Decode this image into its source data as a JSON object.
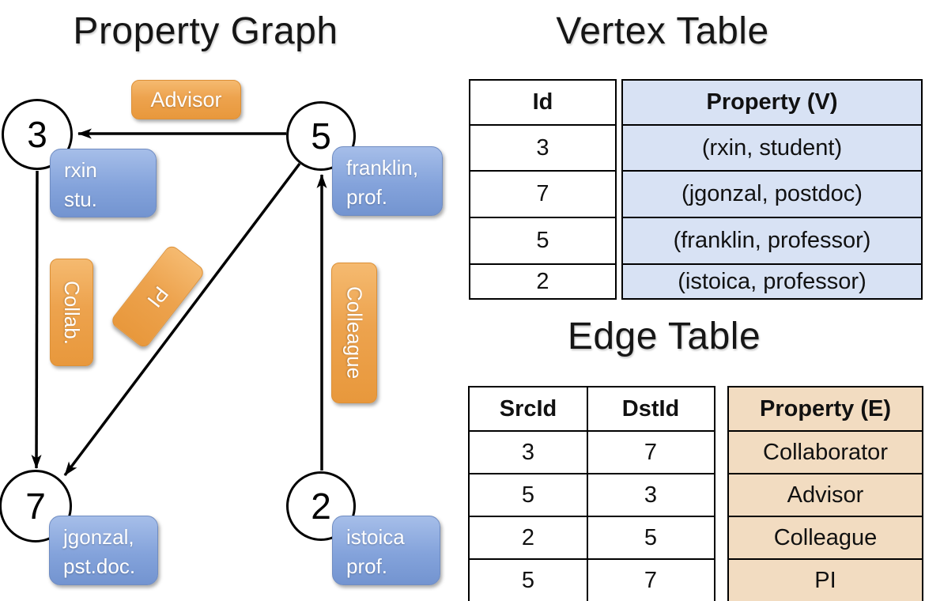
{
  "graph": {
    "title": "Property Graph",
    "nodes": [
      {
        "id": "3"
      },
      {
        "id": "5"
      },
      {
        "id": "7"
      },
      {
        "id": "2"
      }
    ],
    "vertex_labels": [
      {
        "line1": "rxin",
        "line2": "stu."
      },
      {
        "line1": "franklin,",
        "line2": "prof."
      },
      {
        "line1": "jgonzal,",
        "line2": "pst.doc."
      },
      {
        "line1": "istoica",
        "line2": "prof."
      }
    ],
    "edge_labels": {
      "advisor": "Advisor",
      "collab": "Collab.",
      "pi": "PI",
      "colleague": "Colleague"
    }
  },
  "vertex_table": {
    "title": "Vertex Table",
    "col_id": "Id",
    "col_prop": "Property (V)",
    "rows": [
      {
        "id": "3",
        "prop": "(rxin, student)"
      },
      {
        "id": "7",
        "prop": "(jgonzal, postdoc)"
      },
      {
        "id": "5",
        "prop": "(franklin, professor)"
      },
      {
        "id": "2",
        "prop": "(istoica, professor)"
      }
    ]
  },
  "edge_table": {
    "title": "Edge Table",
    "col_src": "SrcId",
    "col_dst": "DstId",
    "col_prop": "Property (E)",
    "rows": [
      {
        "src": "3",
        "dst": "7",
        "prop": "Collaborator"
      },
      {
        "src": "5",
        "dst": "3",
        "prop": "Advisor"
      },
      {
        "src": "2",
        "dst": "5",
        "prop": "Colleague"
      },
      {
        "src": "5",
        "dst": "7",
        "prop": "PI"
      }
    ]
  },
  "colors": {
    "edge_label_orange_top": "#F5BA70",
    "edge_label_orange_bottom": "#E8983C",
    "vertex_label_blue_top": "#A6BEE9",
    "vertex_label_blue_bottom": "#7394D0",
    "vertex_property_cell": "#D8E2F4",
    "edge_property_cell": "#F2DCC1",
    "line": "#000000",
    "background": "#FFFFFF"
  }
}
